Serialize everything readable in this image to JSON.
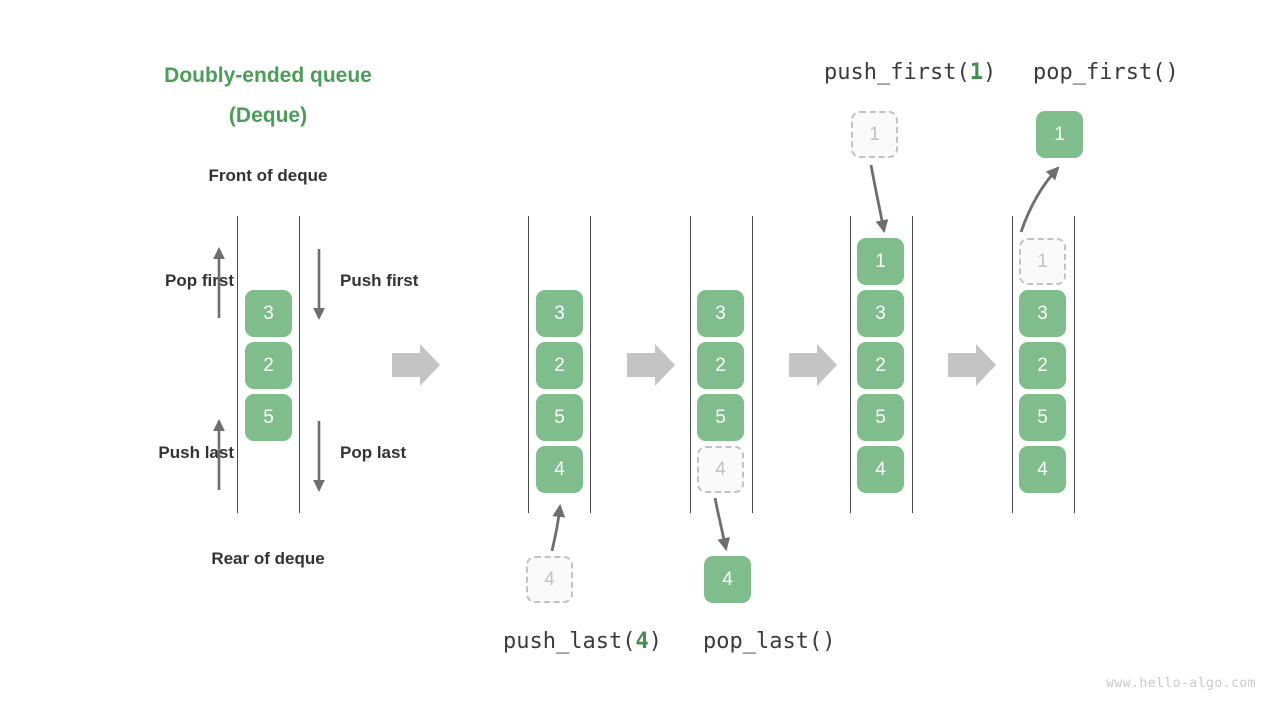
{
  "title": {
    "line1": "Doubly-ended queue",
    "line2": "(Deque)",
    "color": "#4a9e57"
  },
  "legend": {
    "front": "Front of deque",
    "rear": "Rear of deque",
    "pop_first": "Pop first",
    "push_first": "Push first",
    "push_last": "Push last",
    "pop_last": "Pop last"
  },
  "operations": {
    "push_first": {
      "name": "push_first",
      "arg": "1",
      "open": "(",
      "close": ")"
    },
    "pop_first": {
      "name": "pop_first",
      "arg": "",
      "open": "(",
      "close": ")"
    },
    "push_last": {
      "name": "push_last",
      "arg": "4",
      "open": "(",
      "close": ")"
    },
    "pop_last": {
      "name": "pop_last",
      "arg": "",
      "open": "(",
      "close": ")"
    }
  },
  "colors": {
    "cell_fill": "#7fbd8c",
    "cell_text": "#ffffff",
    "ghost_fill": "#fafafa",
    "ghost_border": "#c2c2c2",
    "ghost_text": "#c2c2c2",
    "rail": "#4a4a4a",
    "arrow": "#6e6e6e",
    "flow_arrow": "#c4c4c4",
    "label": "#333333",
    "accent": "#4a9e57"
  },
  "watermark": "www.hello-algo.com",
  "chart_data": {
    "type": "diagram",
    "title": "Doubly-ended queue (Deque)",
    "stages": [
      {
        "id": "stage-legend",
        "label": "deque-overview",
        "cells": [
          "3",
          "2",
          "5"
        ],
        "ghost": null,
        "detached": null
      },
      {
        "id": "stage-1",
        "label": "initial",
        "cells": [
          "3",
          "2",
          "5",
          "4"
        ],
        "ghost": null,
        "detached": {
          "value": "4",
          "state": "ghost",
          "position": "below"
        }
      },
      {
        "id": "stage-2",
        "label": "after-push-last",
        "cells": [
          "3",
          "2",
          "5"
        ],
        "ghost": {
          "value": "4",
          "position": "bottom"
        },
        "detached": {
          "value": "4",
          "state": "filled",
          "position": "below"
        }
      },
      {
        "id": "stage-3",
        "label": "after-push-first",
        "cells": [
          "1",
          "3",
          "2",
          "5",
          "4"
        ],
        "ghost": null,
        "detached": {
          "value": "1",
          "state": "ghost",
          "position": "above"
        }
      },
      {
        "id": "stage-4",
        "label": "after-pop-first",
        "cells": [
          "3",
          "2",
          "5",
          "4"
        ],
        "ghost": {
          "value": "1",
          "position": "top"
        },
        "detached": {
          "value": "1",
          "state": "filled",
          "position": "above"
        }
      }
    ],
    "values": {
      "legend_cells": [
        "3",
        "2",
        "5"
      ],
      "stage1_cells": [
        "3",
        "2",
        "5",
        "4"
      ],
      "stage1_ghost": "4",
      "stage2_cells": [
        "3",
        "2",
        "5"
      ],
      "stage2_ghost": "4",
      "stage2_popped": "4",
      "stage3_ghost": "1",
      "stage3_cells": [
        "1",
        "3",
        "2",
        "5",
        "4"
      ],
      "stage4_ghost": "1",
      "stage4_cells": [
        "3",
        "2",
        "5",
        "4"
      ],
      "stage4_popped": "1"
    }
  }
}
